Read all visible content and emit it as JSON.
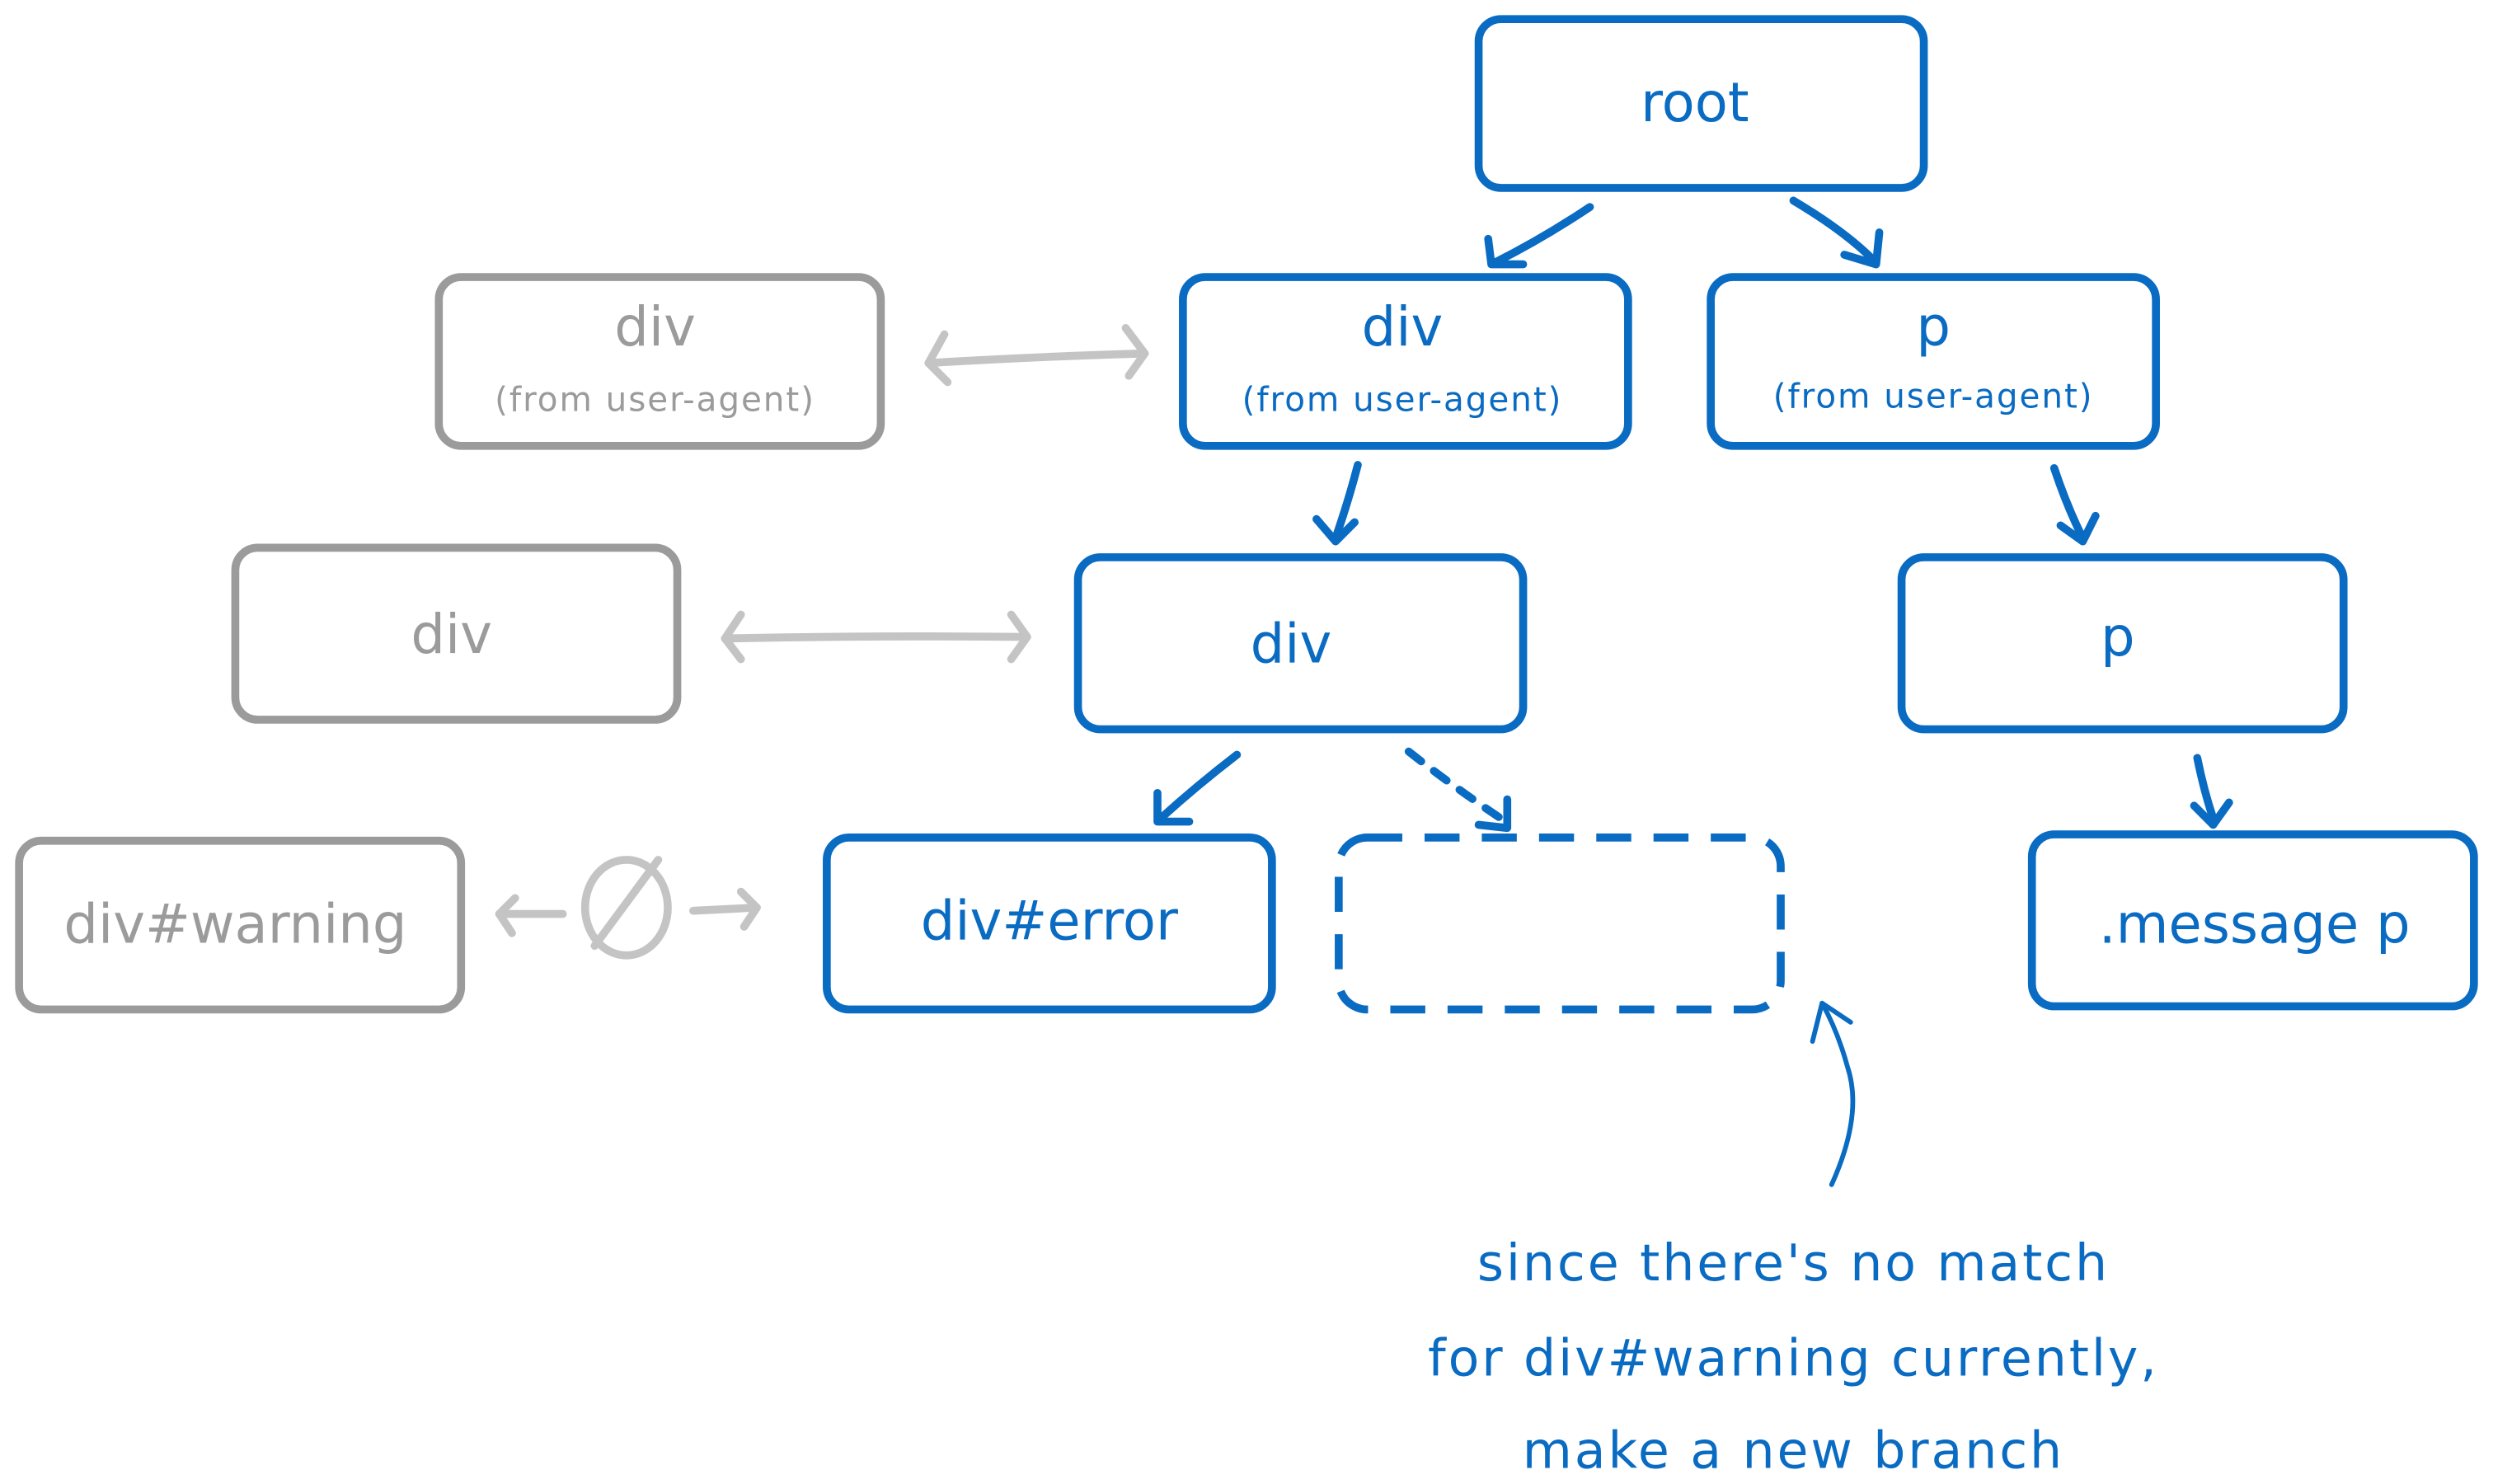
{
  "colors": {
    "active": "#0a6bc2",
    "inactive": "#9b9b9b",
    "connector_inactive": "#c4c4c4",
    "background": "#ffffff"
  },
  "nodes": {
    "root": {
      "label": "root"
    },
    "div_ua": {
      "label": "div",
      "sublabel": "(from user-agent)"
    },
    "p_ua": {
      "label": "p",
      "sublabel": "(from user-agent)"
    },
    "div": {
      "label": "div"
    },
    "p": {
      "label": "p"
    },
    "div_error": {
      "label": "div#error"
    },
    "new_branch": {
      "label": ""
    },
    "message_p": {
      "label": ".message p"
    }
  },
  "incoming_rules": {
    "div_ua": {
      "label": "div",
      "sublabel": "(from user-agent)"
    },
    "div": {
      "label": "div"
    },
    "div_warning": {
      "label": "div#warning"
    }
  },
  "edges": [
    {
      "from": "root",
      "to": "div_ua",
      "style": "solid"
    },
    {
      "from": "root",
      "to": "p_ua",
      "style": "solid"
    },
    {
      "from": "div_ua",
      "to": "div",
      "style": "solid"
    },
    {
      "from": "p_ua",
      "to": "p",
      "style": "solid"
    },
    {
      "from": "div",
      "to": "div_error",
      "style": "solid"
    },
    {
      "from": "div",
      "to": "new_branch",
      "style": "dashed"
    },
    {
      "from": "p",
      "to": "message_p",
      "style": "solid"
    }
  ],
  "comparisons": [
    {
      "left": "incoming_rules.div_ua",
      "right": "nodes.div_ua",
      "result": "match"
    },
    {
      "left": "incoming_rules.div",
      "right": "nodes.div",
      "result": "match"
    },
    {
      "left": "incoming_rules.div_warning",
      "right": "nodes.div_error",
      "result": "no-match",
      "symbol": "∅"
    }
  ],
  "annotation": {
    "lines": [
      "since there's no match",
      "for div#warning currently,",
      "make a new branch"
    ],
    "points_to": "new_branch"
  }
}
